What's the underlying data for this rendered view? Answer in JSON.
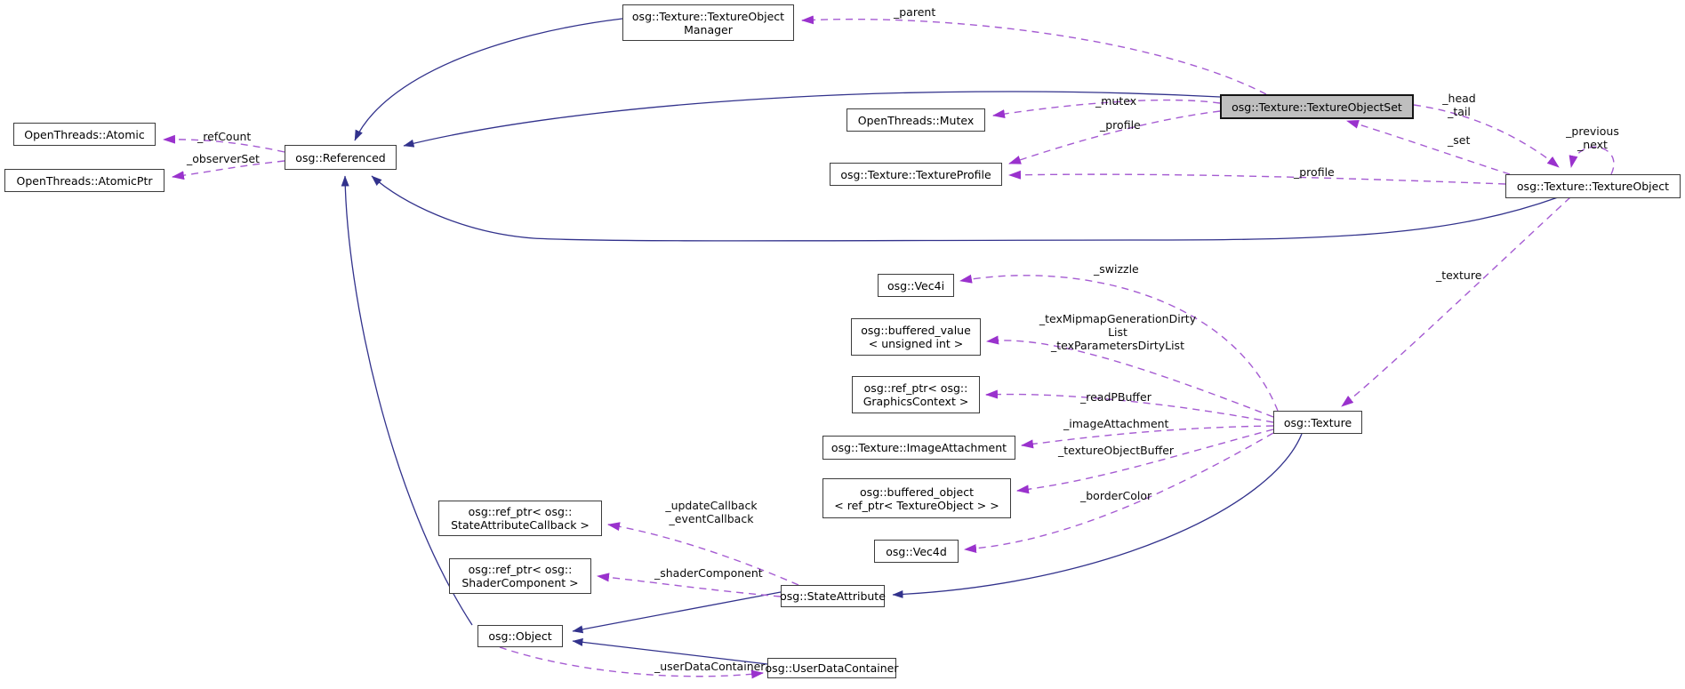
{
  "diagram": {
    "kind": "doxygen-collaboration-graph",
    "focus_class": "osg::Texture::TextureObjectSet",
    "colors": {
      "inheritance_edge": "#32328c",
      "usage_edge": "#a55bd2",
      "usage_arrow": "#9a32cd",
      "node_fill": "#ffffff",
      "node_border": "#3c3c3c",
      "highlight_fill": "#bfbfbf",
      "background": "#ffffff"
    },
    "nodes": [
      {
        "id": "texture-object-manager",
        "label": "osg::Texture::TextureObject\nManager",
        "highlighted": false
      },
      {
        "id": "openthreads-atomic",
        "label": "OpenThreads::Atomic",
        "highlighted": false
      },
      {
        "id": "openthreads-atomicptr",
        "label": "OpenThreads::AtomicPtr",
        "highlighted": false
      },
      {
        "id": "osg-referenced",
        "label": "osg::Referenced",
        "highlighted": false
      },
      {
        "id": "openthreads-mutex",
        "label": "OpenThreads::Mutex",
        "highlighted": false
      },
      {
        "id": "texture-profile",
        "label": "osg::Texture::TextureProfile",
        "highlighted": false
      },
      {
        "id": "texture-object-set",
        "label": "osg::Texture::TextureObjectSet",
        "highlighted": true
      },
      {
        "id": "texture-object",
        "label": "osg::Texture::TextureObject",
        "highlighted": false
      },
      {
        "id": "osg-vec4i",
        "label": "osg::Vec4i",
        "highlighted": false
      },
      {
        "id": "buffered-value",
        "label": "osg::buffered_value\n< unsigned int >",
        "highlighted": false
      },
      {
        "id": "ref-ptr-graphics-context",
        "label": "osg::ref_ptr< osg::\nGraphicsContext >",
        "highlighted": false
      },
      {
        "id": "image-attachment",
        "label": "osg::Texture::ImageAttachment",
        "highlighted": false
      },
      {
        "id": "buffered-object",
        "label": "osg::buffered_object\n< ref_ptr< TextureObject > >",
        "highlighted": false
      },
      {
        "id": "osg-vec4d",
        "label": "osg::Vec4d",
        "highlighted": false
      },
      {
        "id": "osg-texture",
        "label": "osg::Texture",
        "highlighted": false
      },
      {
        "id": "ref-ptr-state-attribute-callback",
        "label": "osg::ref_ptr< osg::\nStateAttributeCallback >",
        "highlighted": false
      },
      {
        "id": "ref-ptr-shader-component",
        "label": "osg::ref_ptr< osg::\nShaderComponent >",
        "highlighted": false
      },
      {
        "id": "osg-state-attribute",
        "label": "osg::StateAttribute",
        "highlighted": false
      },
      {
        "id": "osg-object",
        "label": "osg::Object",
        "highlighted": false
      },
      {
        "id": "user-data-container",
        "label": "osg::UserDataContainer",
        "highlighted": false
      }
    ],
    "edges": [
      {
        "from": "texture-object-set",
        "to": "texture-object-manager",
        "label": "_parent",
        "kind": "usage"
      },
      {
        "from": "osg-referenced",
        "to": "openthreads-atomic",
        "label": "_refCount",
        "kind": "usage"
      },
      {
        "from": "osg-referenced",
        "to": "openthreads-atomicptr",
        "label": "_observerSet",
        "kind": "usage"
      },
      {
        "from": "texture-object-set",
        "to": "openthreads-mutex",
        "label": "_mutex",
        "kind": "usage"
      },
      {
        "from": "texture-object-set",
        "to": "texture-profile",
        "label": "_profile",
        "kind": "usage"
      },
      {
        "from": "texture-object",
        "to": "texture-profile",
        "label": "_profile",
        "kind": "usage"
      },
      {
        "from": "texture-object-set",
        "to": "texture-object",
        "label": "_head\n_tail",
        "kind": "usage"
      },
      {
        "from": "texture-object",
        "to": "texture-object-set",
        "label": "_set",
        "kind": "usage"
      },
      {
        "from": "texture-object",
        "to": "texture-object",
        "label": "_previous\n_next",
        "kind": "usage"
      },
      {
        "from": "texture-object",
        "to": "osg-texture",
        "label": "_texture",
        "kind": "usage"
      },
      {
        "from": "osg-texture",
        "to": "osg-vec4i",
        "label": "_swizzle",
        "kind": "usage"
      },
      {
        "from": "osg-texture",
        "to": "buffered-value",
        "label": "_texMipmapGenerationDirty\nList\n_texParametersDirtyList",
        "kind": "usage"
      },
      {
        "from": "osg-texture",
        "to": "ref-ptr-graphics-context",
        "label": "_readPBuffer",
        "kind": "usage"
      },
      {
        "from": "osg-texture",
        "to": "image-attachment",
        "label": "_imageAttachment",
        "kind": "usage"
      },
      {
        "from": "osg-texture",
        "to": "buffered-object",
        "label": "_textureObjectBuffer",
        "kind": "usage"
      },
      {
        "from": "osg-texture",
        "to": "osg-vec4d",
        "label": "_borderColor",
        "kind": "usage"
      },
      {
        "from": "osg-state-attribute",
        "to": "ref-ptr-state-attribute-callback",
        "label": "_updateCallback\n_eventCallback",
        "kind": "usage"
      },
      {
        "from": "osg-state-attribute",
        "to": "ref-ptr-shader-component",
        "label": "_shaderComponent",
        "kind": "usage"
      },
      {
        "from": "osg-object",
        "to": "user-data-container",
        "label": "_userDataContainer",
        "kind": "usage"
      },
      {
        "from": "texture-object-manager",
        "to": "osg-referenced",
        "label": "",
        "kind": "inheritance"
      },
      {
        "from": "texture-object-set",
        "to": "osg-referenced",
        "label": "",
        "kind": "inheritance"
      },
      {
        "from": "texture-object",
        "to": "osg-referenced",
        "label": "",
        "kind": "inheritance"
      },
      {
        "from": "osg-object",
        "to": "osg-referenced",
        "label": "",
        "kind": "inheritance"
      },
      {
        "from": "osg-state-attribute",
        "to": "osg-object",
        "label": "",
        "kind": "inheritance"
      },
      {
        "from": "user-data-container",
        "to": "osg-object",
        "label": "",
        "kind": "inheritance"
      },
      {
        "from": "osg-texture",
        "to": "osg-state-attribute",
        "label": "",
        "kind": "inheritance"
      }
    ]
  }
}
